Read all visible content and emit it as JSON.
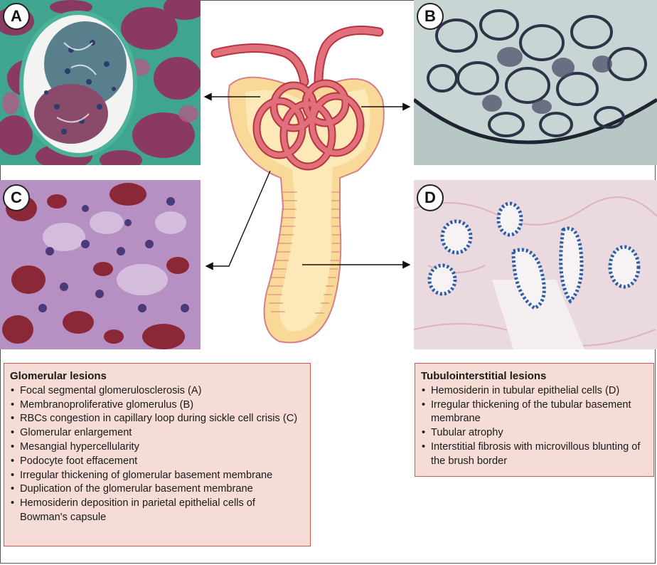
{
  "panels": {
    "a": {
      "label": "A"
    },
    "b": {
      "label": "B"
    },
    "c": {
      "label": "C"
    },
    "d": {
      "label": "D"
    }
  },
  "glomerular": {
    "title": "Glomerular lesions",
    "items": [
      "Focal segmental glomerulosclerosis (A)",
      "Membranoproliferative glomerulus (B)",
      "RBCs congestion in capillary loop during sickle cell crisis (C)",
      "Glomerular enlargement",
      "Mesangial hypercellularity",
      "Podocyte foot effacement",
      "Irregular thickening of glomerular basement membrane",
      "Duplication of the glomerular basement membrane",
      "Hemosiderin deposition in parietal epithelial cells of Bowman's capsule"
    ]
  },
  "tubulointerstitial": {
    "title": "Tubulointerstitial lesions",
    "items": [
      "Hemosiderin in tubular epithelial cells (D)",
      "Irregular thickening of the tubular basement membrane",
      "Tubular atrophy",
      "Interstitial fibrosis with microvillous blunting of the brush border"
    ]
  },
  "colors": {
    "box_fill": "#f6dcd6",
    "box_border": "#c95a4e",
    "capillary": "#d94a5c",
    "capsule": "#f9d898"
  }
}
